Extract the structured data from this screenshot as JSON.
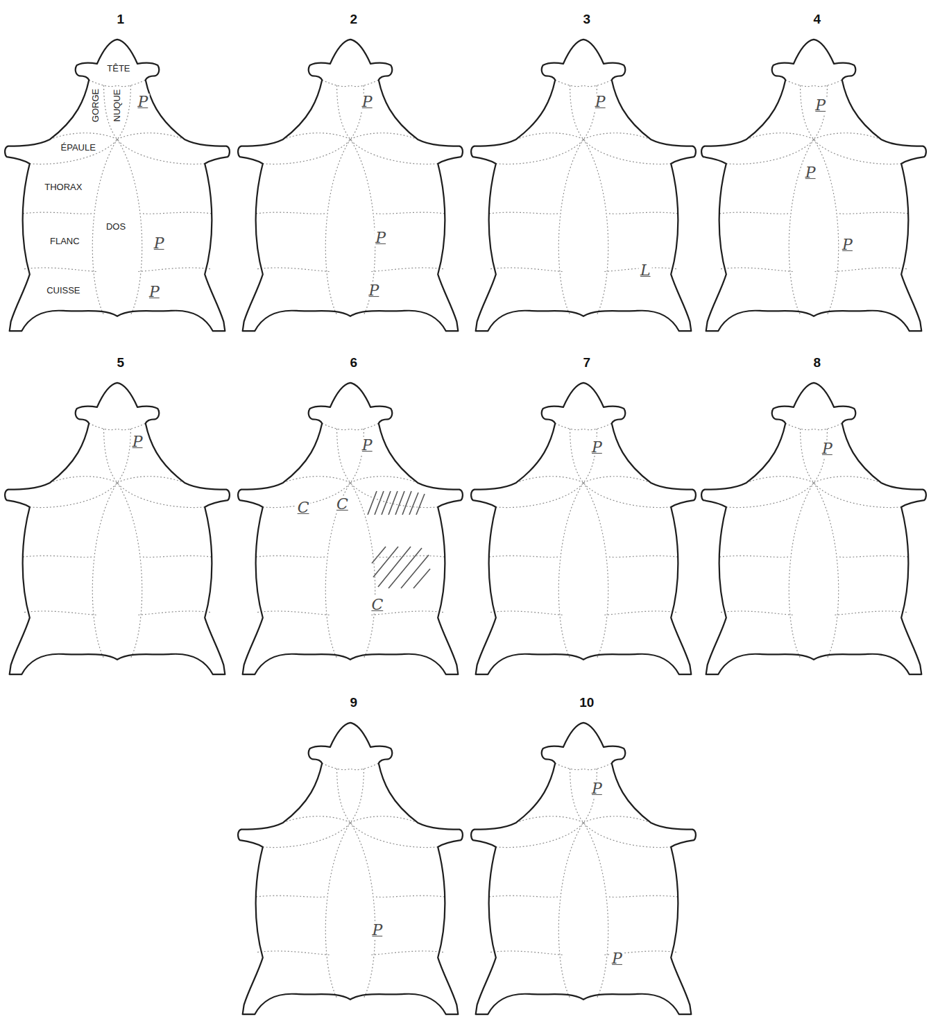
{
  "diagram": {
    "nodes": [
      {
        "text": [
          "1",
          "TÊTE",
          "GORGE",
          "NUQUE",
          "P",
          "ÉPAULE",
          "THORAX",
          "DOS",
          "P",
          "FLANC",
          "CUISSE",
          "P"
        ]
      },
      {
        "text": [
          "2",
          "P",
          "P",
          "P"
        ]
      },
      {
        "text": [
          "3",
          "P",
          "L"
        ]
      },
      {
        "text": [
          "4",
          "P",
          "P",
          "P"
        ]
      },
      {
        "text": [
          "5",
          "P"
        ]
      },
      {
        "text": [
          "6",
          "P",
          "C",
          "C",
          "C"
        ]
      },
      {
        "text": [
          "7",
          "P"
        ]
      },
      {
        "text": [
          "8",
          "P"
        ]
      },
      {
        "text": [
          "9",
          "P"
        ]
      },
      {
        "text": [
          "10",
          "P",
          "P"
        ]
      }
    ]
  }
}
